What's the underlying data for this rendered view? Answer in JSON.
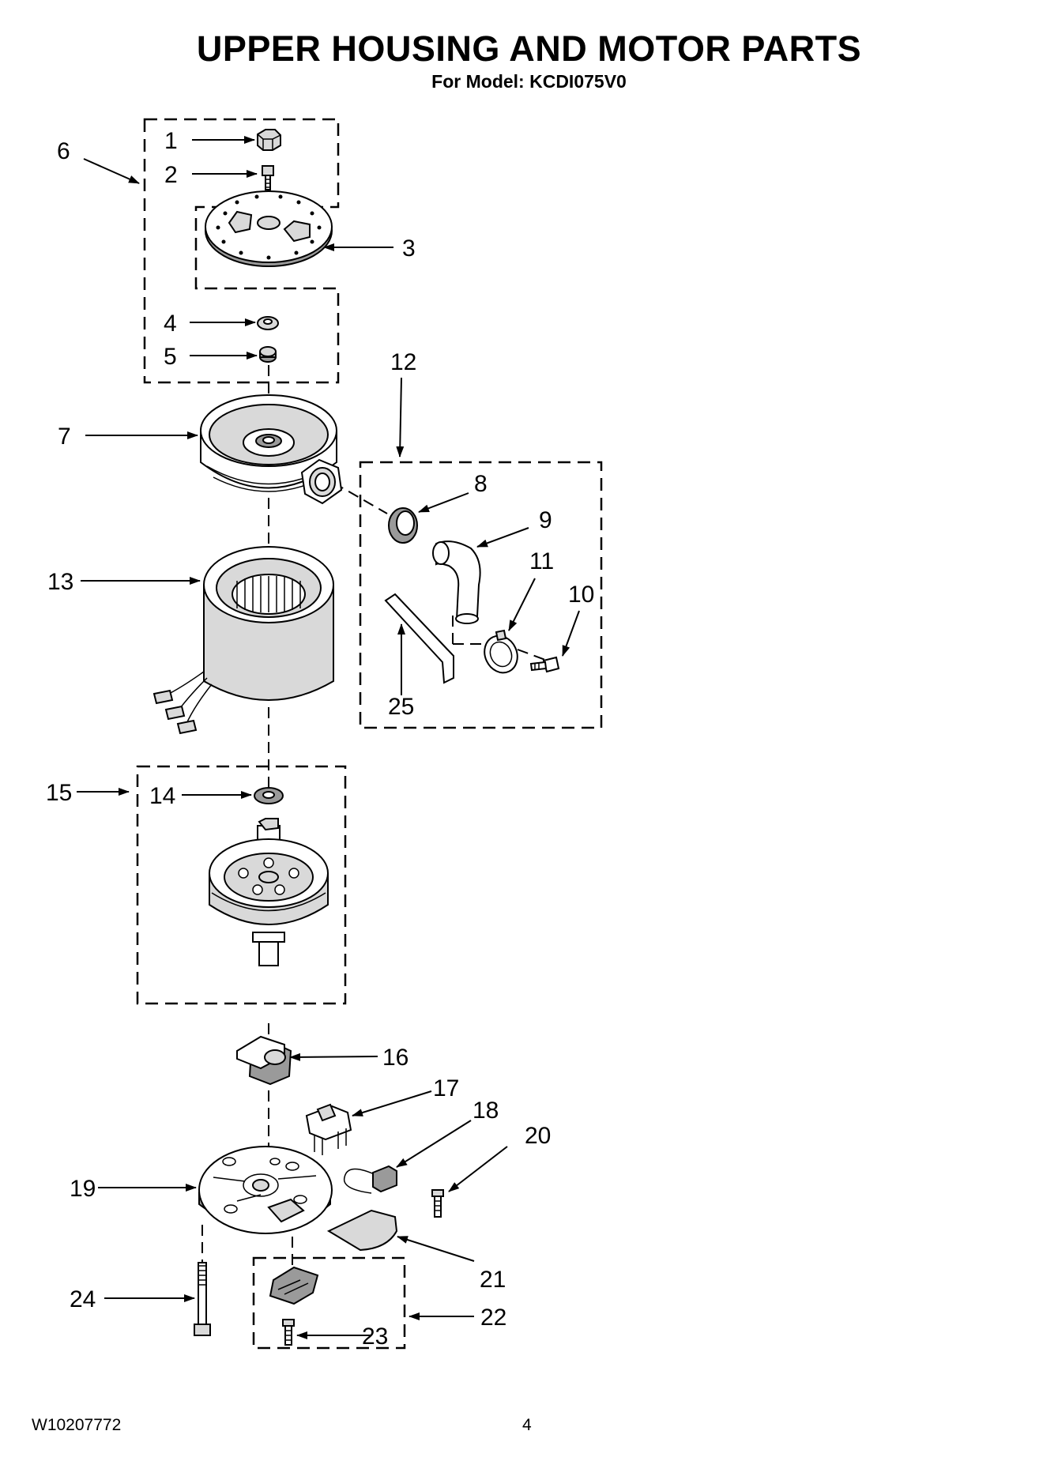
{
  "page": {
    "title": "UPPER HOUSING AND MOTOR PARTS",
    "subtitle": "For Model: KCDI075V0",
    "document_number": "W10207772",
    "page_number": "4"
  },
  "callouts": {
    "c1": "1",
    "c2": "2",
    "c3": "3",
    "c4": "4",
    "c5": "5",
    "c6": "6",
    "c7": "7",
    "c8": "8",
    "c9": "9",
    "c10": "10",
    "c11": "11",
    "c12": "12",
    "c13": "13",
    "c14": "14",
    "c15": "15",
    "c16": "16",
    "c17": "17",
    "c18": "18",
    "c19": "19",
    "c20": "20",
    "c21": "21",
    "c22": "22",
    "c23": "23",
    "c24": "24",
    "c25": "25"
  }
}
